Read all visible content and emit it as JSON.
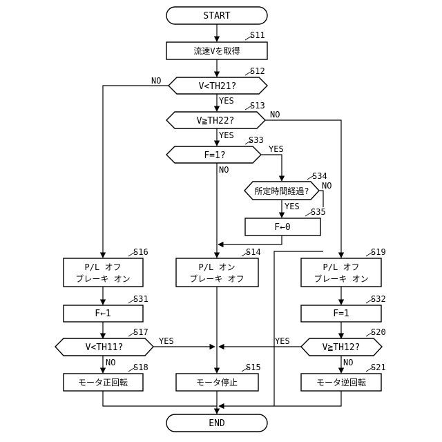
{
  "flowchart": {
    "start": "START",
    "end": "END",
    "steps": {
      "s11": {
        "id": "S11",
        "text": "流速Vを取得"
      },
      "s12": {
        "id": "S12",
        "text": "V<TH21?"
      },
      "s13": {
        "id": "S13",
        "text": "V≧TH22?"
      },
      "s33": {
        "id": "S33",
        "text": "F=1?"
      },
      "s34": {
        "id": "S34",
        "text": "所定時間経過?"
      },
      "s35": {
        "id": "S35",
        "text": "F←0"
      },
      "s16": {
        "id": "S16",
        "line1": "P/L オフ",
        "line2": "ブレーキ オン"
      },
      "s14": {
        "id": "S14",
        "line1": "P/L オン",
        "line2": "ブレーキ オフ"
      },
      "s19": {
        "id": "S19",
        "line1": "P/L オフ",
        "line2": "ブレーキ オン"
      },
      "s31": {
        "id": "S31",
        "text": "F←1"
      },
      "s32": {
        "id": "S32",
        "text": "F=1"
      },
      "s17": {
        "id": "S17",
        "text": "V<TH11?"
      },
      "s20": {
        "id": "S20",
        "text": "V≧TH12?"
      },
      "s18": {
        "id": "S18",
        "text": "モータ正回転"
      },
      "s15": {
        "id": "S15",
        "text": "モータ停止"
      },
      "s21": {
        "id": "S21",
        "text": "モータ逆回転"
      }
    },
    "branch_labels": {
      "s12_no": "NO",
      "s12_yes": "YES",
      "s13_no": "NO",
      "s13_yes": "YES",
      "s33_yes": "YES",
      "s33_no": "NO",
      "s34_no": "NO",
      "s34_yes": "YES",
      "s17_yes": "YES",
      "s17_no": "NO",
      "s20_yes": "YES",
      "s20_no": "NO"
    }
  }
}
